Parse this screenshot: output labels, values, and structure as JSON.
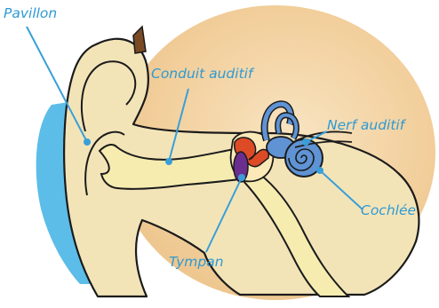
{
  "labels": {
    "pavillon": "Pavillon",
    "conduit": "Conduit auditif",
    "nerf": "Nerf auditif",
    "cochlee": "Cochlée",
    "tympan": "Tympan"
  },
  "colors": {
    "label": "#2e9ad4",
    "leader": "#3a9fd8",
    "background_oval": "#f2cf9c",
    "skin_shadow_blue": "#5cbde8",
    "skin": "#f3e4b8",
    "canal": "#f6ecb0",
    "outline": "#1b1b1b",
    "hair": "#7a4a22",
    "eardrum": "#6a2f8e",
    "ossicles": "#dd4a26",
    "cochlea": "#5f93d4"
  }
}
